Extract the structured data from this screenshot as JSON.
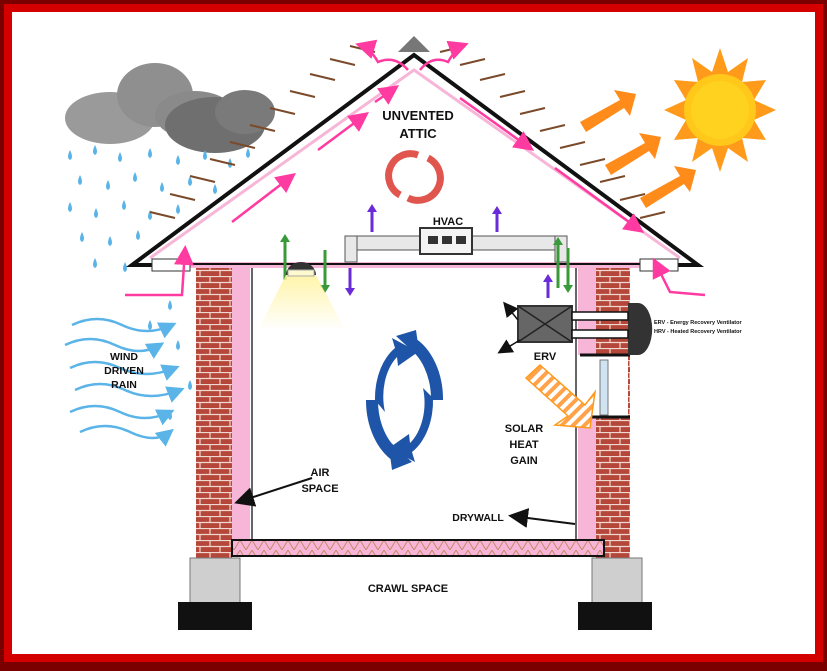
{
  "labels": {
    "attic_line1": "UNVENTED",
    "attic_line2": "ATTIC",
    "hvac": "HVAC",
    "erv": "ERV",
    "erv_legend_line1": "ERV - Energy Recovery Ventilator",
    "erv_legend_line2": "HRV - Heated Recovery Ventilator",
    "wind_line1": "WIND",
    "wind_line2": "DRIVEN",
    "wind_line3": "RAIN",
    "air_line1": "AIR",
    "air_line2": "SPACE",
    "solar_line1": "SOLAR",
    "solar_line2": "HEAT",
    "solar_line3": "GAIN",
    "drywall": "DRYWALL",
    "crawl": "CRAWL SPACE"
  },
  "colors": {
    "frame_outer": "#7a0000",
    "frame_inner": "#d40000",
    "insulation_pink": "#f7b6d8",
    "airflow_pink": "#ff3aa0",
    "brick": "#b5473a",
    "sun_orange": "#ff9a1a",
    "sun_yellow": "#ffd21f",
    "rain_blue": "#5ab4e8",
    "cycle_blue": "#1f55a8",
    "cycle_red": "#e0564f",
    "hvac_purple": "#6a2bd9",
    "hvac_green": "#3a9a3a"
  }
}
